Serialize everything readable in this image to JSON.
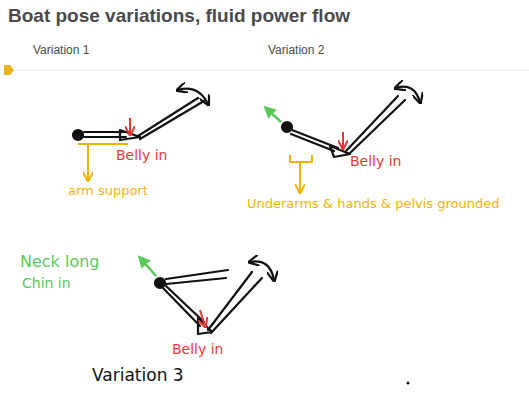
{
  "diagram": {
    "title": "Boat pose variations, fluid power flow",
    "labels": [
      "Variation 1",
      "Variation 2",
      "arm support",
      "Belly in",
      "Belly in",
      "Underarms & hands & pelvis grounded",
      "Neck long",
      "Chin in",
      "Belly in",
      "Variation 3"
    ]
  }
}
